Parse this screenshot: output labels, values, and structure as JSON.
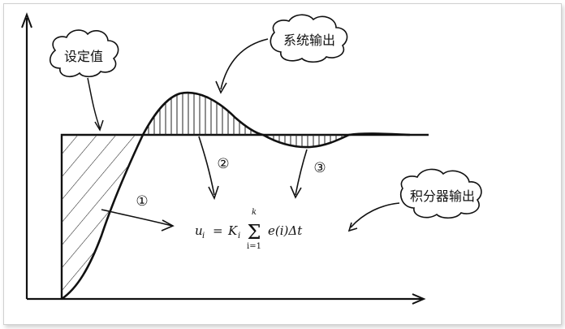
{
  "labels": {
    "setpoint": "设定值",
    "system_output": "系统输出",
    "integrator_output": "积分器输出"
  },
  "markers": {
    "one": "①",
    "two": "②",
    "three": "③"
  },
  "formula": {
    "lhs": "u",
    "lhs_sub": "i",
    "eq": "=",
    "coef": "K",
    "coef_sub": "i",
    "sum": "Σ",
    "sum_upper": "k",
    "sum_lower": "i=1",
    "body": "e(i)Δt"
  }
}
